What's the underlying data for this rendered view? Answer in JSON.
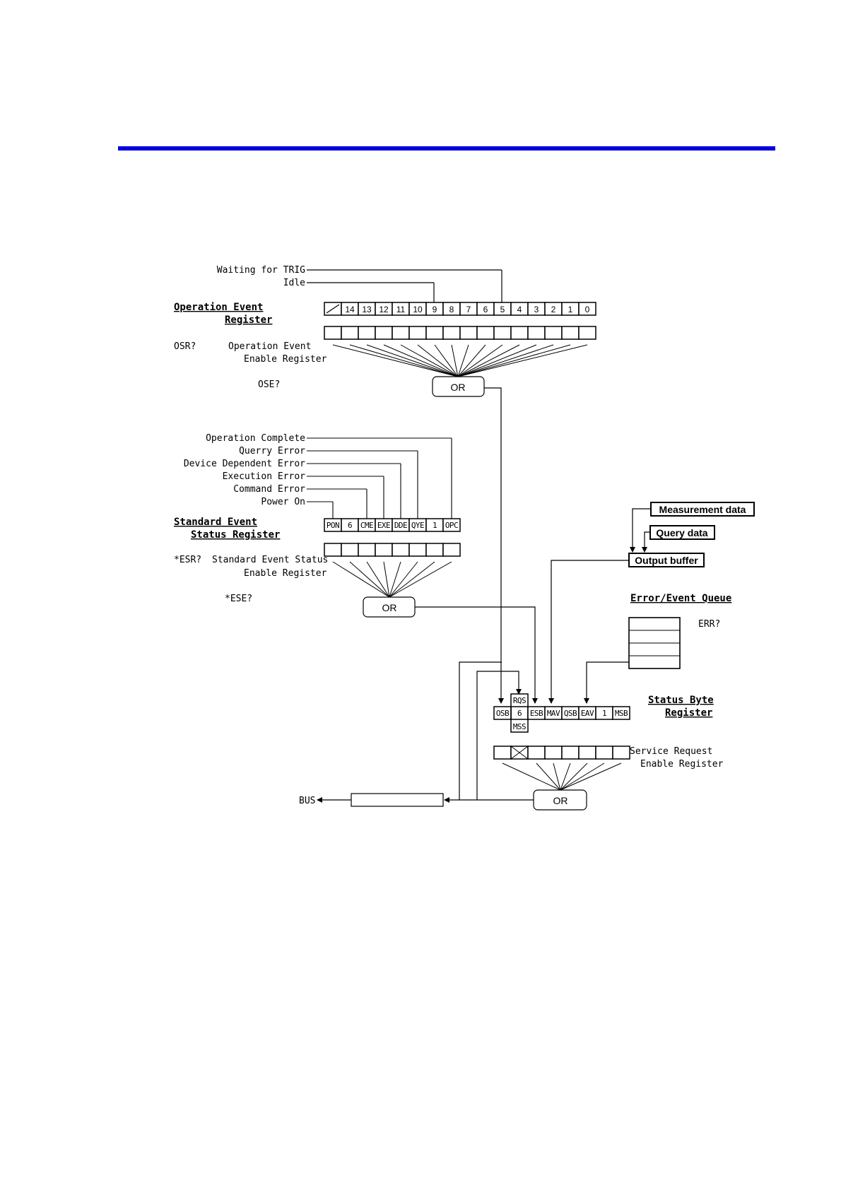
{
  "header": {
    "bar_color": "#0000dd"
  },
  "operation": {
    "waiting": "Waiting for TRIG",
    "idle": "Idle",
    "title1": "Operation Event",
    "title2": "Register",
    "osr": "OSR?",
    "enable1": "Operation Event",
    "enable2": "Enable Register",
    "ose": "OSE?",
    "or": "OR",
    "bits": [
      "14",
      "13",
      "12",
      "11",
      "10",
      "9",
      "8",
      "7",
      "6",
      "5",
      "4",
      "3",
      "2",
      "1",
      "0"
    ]
  },
  "standard": {
    "inputs": [
      "Operation Complete",
      "Querry Error",
      "Device Dependent Error",
      "Execution Error",
      "Command Error",
      "Power On"
    ],
    "title1": "Standard Event",
    "title2": "Status Register",
    "esr": "*ESR?",
    "enable1": "Standard Event Status",
    "enable2": "Enable Register",
    "ese": "*ESE?",
    "or": "OR",
    "bits": [
      "PON",
      "6",
      "CME",
      "EXE",
      "DDE",
      "QYE",
      "1",
      "OPC"
    ]
  },
  "output": {
    "measurement": "Measurement data",
    "query": "Query data",
    "buffer": "Output buffer"
  },
  "queue": {
    "title": "Error/Event Queue",
    "err": "ERR?"
  },
  "statusbyte": {
    "title1": "Status Byte",
    "title2": "Register",
    "rqs": "RQS",
    "mss": "MSS",
    "bits": [
      "OSB",
      "6",
      "ESB",
      "MAV",
      "QSB",
      "EAV",
      "1",
      "MSB"
    ],
    "srq1": "Service Request",
    "srq2": "Enable Register",
    "or": "OR",
    "bus": "BUS"
  }
}
